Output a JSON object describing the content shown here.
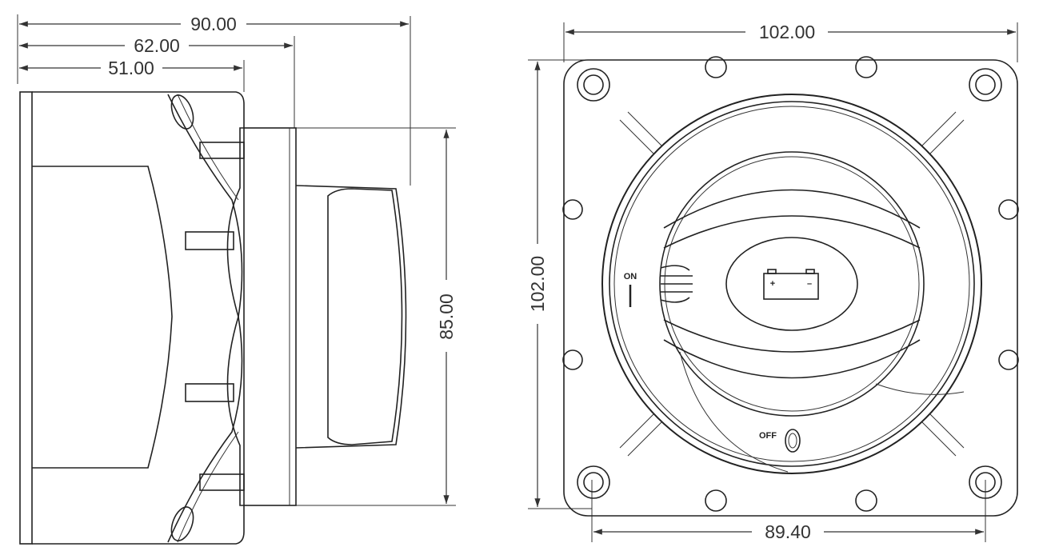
{
  "side_view": {
    "dim_overall_depth": "90.00",
    "dim_flange_depth": "62.00",
    "dim_body_depth": "51.00",
    "dim_flange_height": "85.00"
  },
  "front_view": {
    "dim_width": "102.00",
    "dim_height": "102.00",
    "dim_hole_spacing": "89.40",
    "label_on": "ON",
    "label_off": "OFF",
    "battery_plus": "+",
    "battery_minus": "–"
  }
}
